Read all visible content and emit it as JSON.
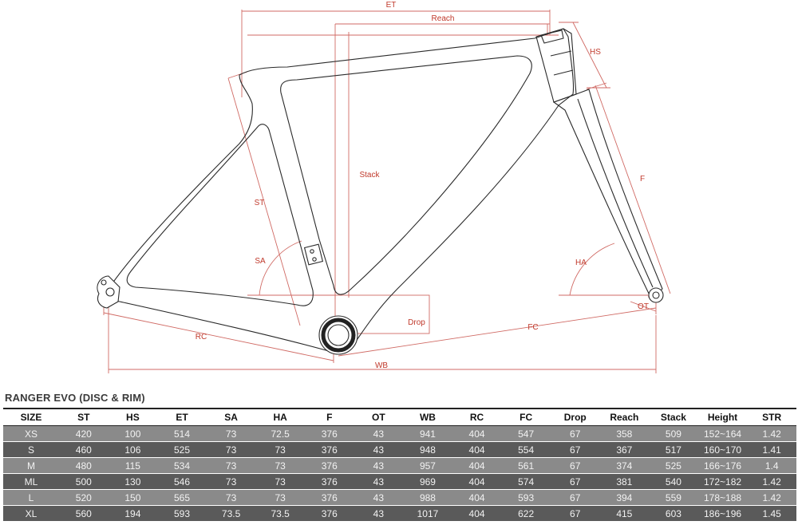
{
  "diagram": {
    "labels": {
      "et": "ET",
      "reach": "Reach",
      "hs": "HS",
      "stack": "Stack",
      "st": "ST",
      "sa": "SA",
      "f": "F",
      "ha": "HA",
      "drop": "Drop",
      "ot": "OT",
      "rc": "RC",
      "fc": "FC",
      "wb": "WB"
    }
  },
  "table": {
    "title": "RANGER EVO (DISC & RIM)",
    "headers": [
      "SIZE",
      "ST",
      "HS",
      "ET",
      "SA",
      "HA",
      "F",
      "OT",
      "WB",
      "RC",
      "FC",
      "Drop",
      "Reach",
      "Stack",
      "Height",
      "STR"
    ],
    "rows": [
      [
        "XS",
        "420",
        "100",
        "514",
        "73",
        "72.5",
        "376",
        "43",
        "941",
        "404",
        "547",
        "67",
        "358",
        "509",
        "152~164",
        "1.42"
      ],
      [
        "S",
        "460",
        "106",
        "525",
        "73",
        "73",
        "376",
        "43",
        "948",
        "404",
        "554",
        "67",
        "367",
        "517",
        "160~170",
        "1.41"
      ],
      [
        "M",
        "480",
        "115",
        "534",
        "73",
        "73",
        "376",
        "43",
        "957",
        "404",
        "561",
        "67",
        "374",
        "525",
        "166~176",
        "1.4"
      ],
      [
        "ML",
        "500",
        "130",
        "546",
        "73",
        "73",
        "376",
        "43",
        "969",
        "404",
        "574",
        "67",
        "381",
        "540",
        "172~182",
        "1.42"
      ],
      [
        "L",
        "520",
        "150",
        "565",
        "73",
        "73",
        "376",
        "43",
        "988",
        "404",
        "593",
        "67",
        "394",
        "559",
        "178~188",
        "1.42"
      ],
      [
        "XL",
        "560",
        "194",
        "593",
        "73.5",
        "73.5",
        "376",
        "43",
        "1017",
        "404",
        "622",
        "67",
        "415",
        "603",
        "186~196",
        "1.45"
      ]
    ]
  }
}
